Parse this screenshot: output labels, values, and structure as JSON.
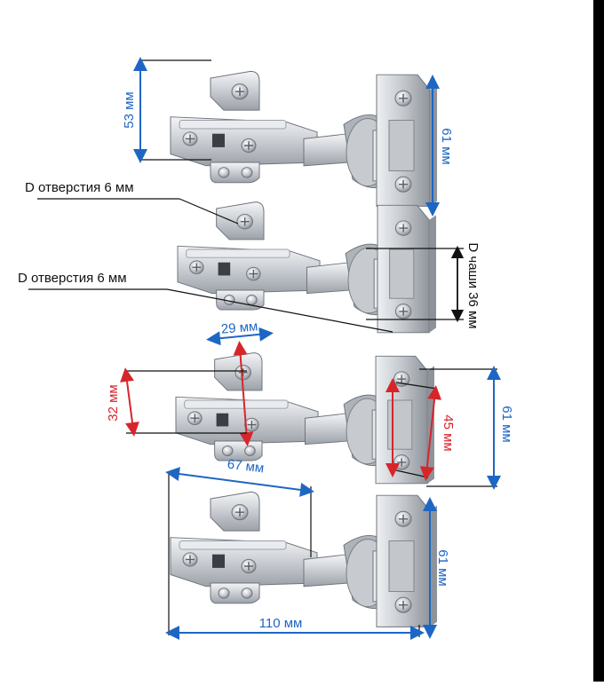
{
  "colors": {
    "blue": "#1e66c4",
    "red": "#d6252b",
    "black": "#111111",
    "metal_light": "#e6e8eb",
    "metal_mid": "#bfc3c8",
    "metal_dark": "#8a8f96",
    "plate_gray": "#9a9ea4"
  },
  "figures": [
    {
      "name": "hinge-1",
      "dims": [
        {
          "label": "53 мм",
          "color": "blue"
        },
        {
          "label": "61 мм",
          "color": "blue"
        }
      ]
    },
    {
      "name": "hinge-2",
      "dims": [
        {
          "label": "D отверстия 6 мм",
          "color": "black"
        },
        {
          "label": "D отверстия 6 мм",
          "color": "black"
        },
        {
          "label": "D чаши 36 мм",
          "color": "black"
        }
      ]
    },
    {
      "name": "hinge-3",
      "dims": [
        {
          "label": "29 мм",
          "color": "blue"
        },
        {
          "label": "32 мм",
          "color": "red"
        },
        {
          "label": "45 мм",
          "color": "red"
        },
        {
          "label": "61 мм",
          "color": "blue"
        }
      ]
    },
    {
      "name": "hinge-4",
      "dims": [
        {
          "label": "67 мм",
          "color": "blue"
        },
        {
          "label": "61 мм",
          "color": "blue"
        },
        {
          "label": "110 мм",
          "color": "blue"
        }
      ]
    }
  ]
}
